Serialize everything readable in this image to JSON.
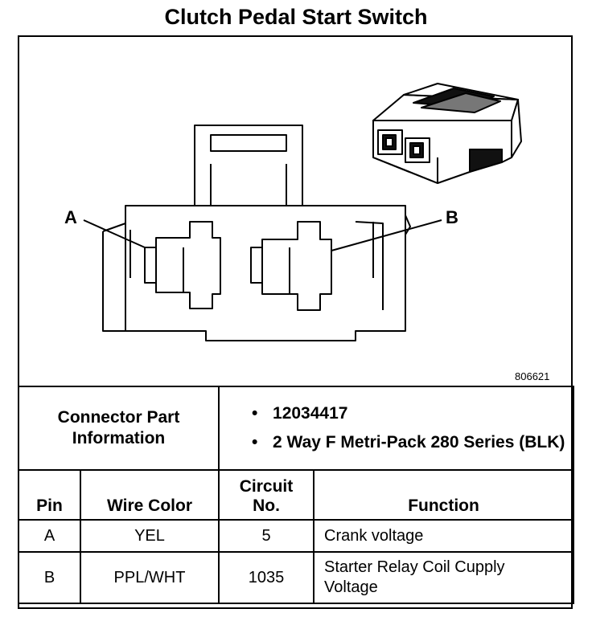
{
  "title": "Clutch Pedal Start Switch",
  "diagram": {
    "label_a": "A",
    "label_b": "B",
    "figure_id": "806621"
  },
  "connector_info": {
    "label": "Connector Part Information",
    "items": [
      "12034417",
      "2 Way F Metri-Pack 280 Series (BLK)"
    ]
  },
  "pin_table": {
    "headers": {
      "pin": "Pin",
      "wire_color": "Wire Color",
      "circuit": "Circuit No.",
      "function": "Function"
    },
    "rows": [
      {
        "pin": "A",
        "wire_color": "YEL",
        "circuit": "5",
        "function": "Crank voltage"
      },
      {
        "pin": "B",
        "wire_color": "PPL/WHT",
        "circuit": "1035",
        "function": "Starter Relay Coil Cupply Voltage"
      }
    ]
  }
}
